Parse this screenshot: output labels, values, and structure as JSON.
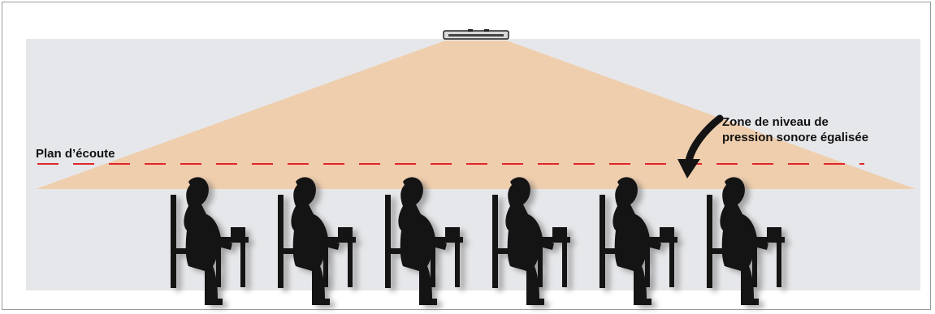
{
  "diagram": {
    "listening_plane_label": "Plan d’écoute",
    "zone_label": "Zone de niveau de\npression sonore égalisée",
    "listener_count": 6,
    "colors": {
      "background": "#e6e7ea",
      "coverage_cone": "#f0c9a2",
      "listening_line": "#e0262b",
      "silhouette": "#141414"
    },
    "icons": {
      "speaker": "ceiling-speaker-icon",
      "arrow": "curved-arrow-icon",
      "listener": "seated-listener-icon"
    }
  }
}
